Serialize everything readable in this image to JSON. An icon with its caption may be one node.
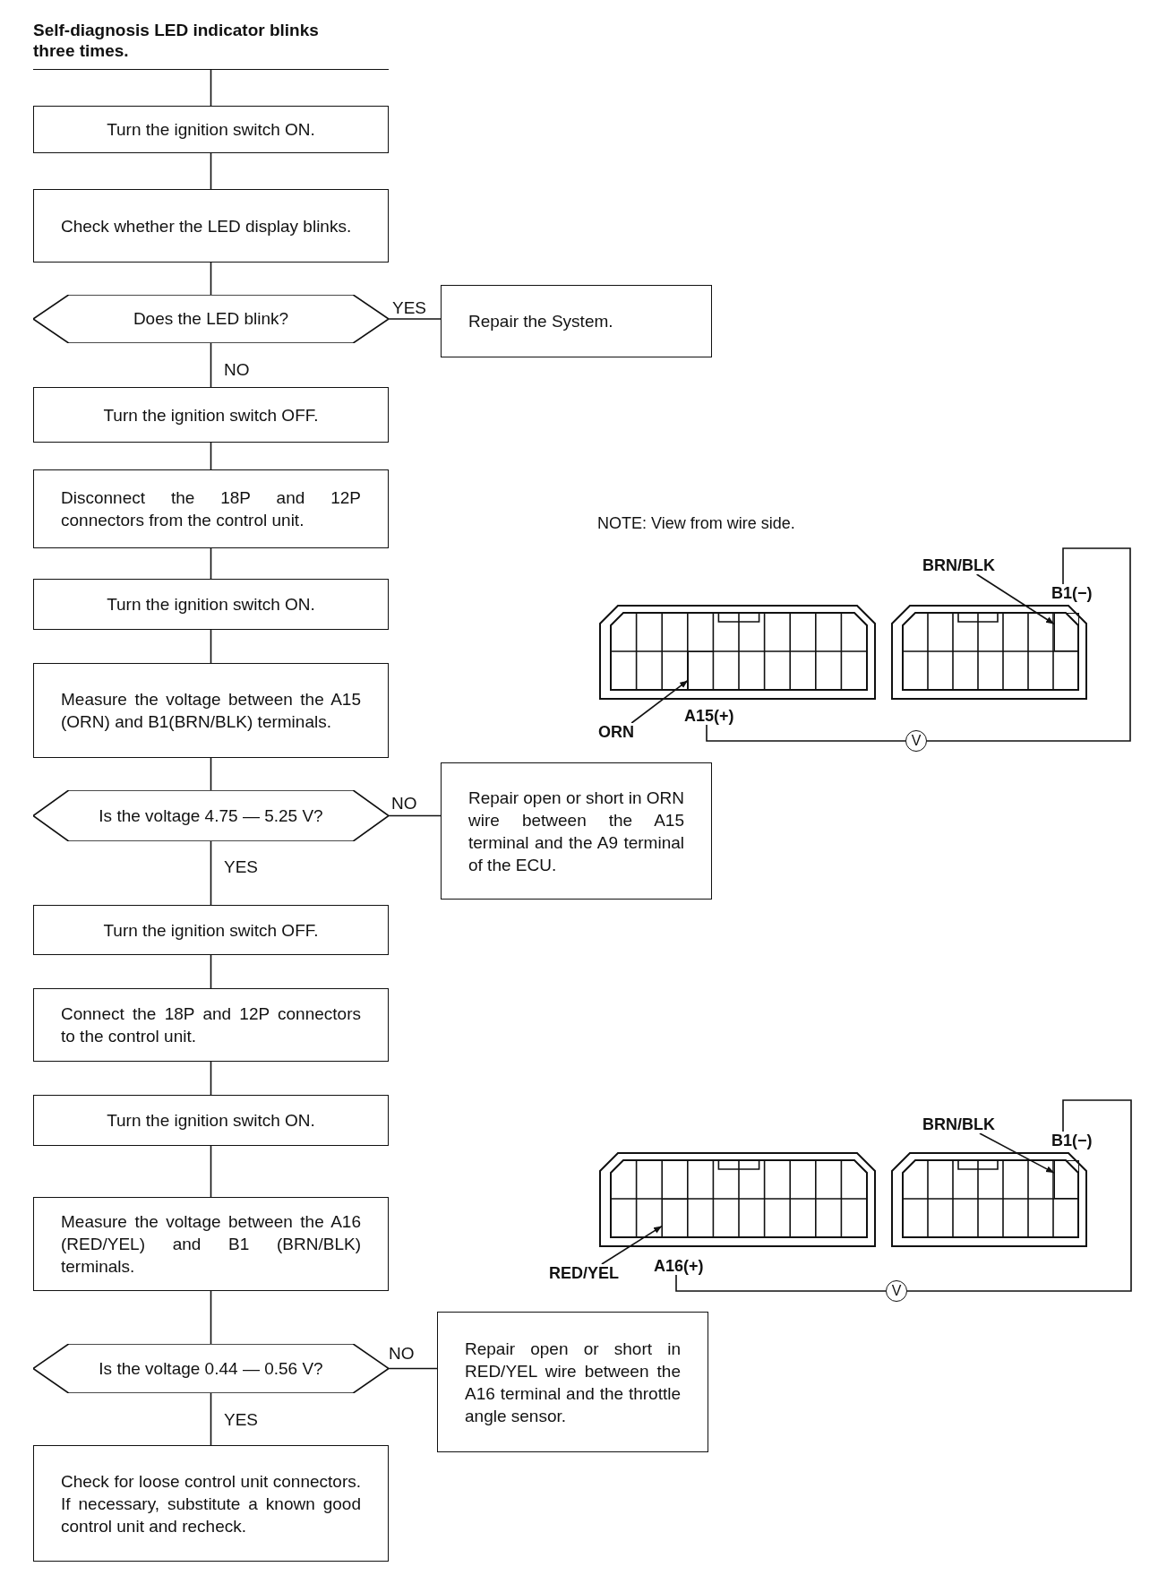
{
  "diagram": {
    "nodes": [
      {
        "text": [
          "Self-diagnosis LED indicator blinks three times."
        ]
      },
      {
        "text": [
          "Turn the ignition switch ON."
        ]
      },
      {
        "text": [
          "Check whether the LED display blinks."
        ]
      },
      {
        "text": [
          "Does the LED blink?"
        ]
      },
      {
        "text": [
          "Repair the System."
        ]
      },
      {
        "text": [
          "Turn the ignition switch OFF."
        ]
      },
      {
        "text": [
          "Disconnect the 18P and 12P connectors from the control unit."
        ]
      },
      {
        "text": [
          "Turn the ignition switch ON."
        ]
      },
      {
        "text": [
          "Measure the voltage between the A15 (ORN) and B1(BRN/BLK) terminals."
        ]
      },
      {
        "text": [
          "Is the voltage 4.75 — 5.25 V?"
        ]
      },
      {
        "text": [
          "Repair open or short in ORN wire between the A15 terminal and the A9 terminal of the ECU."
        ]
      },
      {
        "text": [
          "Turn the ignition switch OFF."
        ]
      },
      {
        "text": [
          "Connect the 18P and 12P connectors to the control unit."
        ]
      },
      {
        "text": [
          "Turn the ignition switch ON."
        ]
      },
      {
        "text": [
          "Measure the voltage between the A16 (RED/YEL) and B1 (BRN/BLK) terminals."
        ]
      },
      {
        "text": [
          "Is the voltage 0.44 — 0.56 V?"
        ]
      },
      {
        "text": [
          "Repair open or short in RED/YEL wire between the A16 terminal and the throttle angle sensor."
        ]
      },
      {
        "text": [
          "Check for loose control unit connectors. If necessary, substitute a known good control unit and recheck."
        ]
      },
      {
        "text": [
          "ORN"
        ]
      },
      {
        "text": [],
        "shape": "box"
      },
      {
        "text": [
          "BRN/BLK"
        ]
      },
      {
        "text": [],
        "shape": "box"
      },
      {
        "text": [
          "A15(+)"
        ]
      },
      {
        "text": [
          "B1(−)"
        ]
      },
      {
        "text": [
          "V"
        ]
      },
      {
        "text": [
          "RED/YEL"
        ]
      },
      {
        "text": [],
        "shape": "box"
      },
      {
        "text": [
          "BRN/BLK"
        ]
      },
      {
        "text": [],
        "shape": "box"
      },
      {
        "text": [
          "A16(+)"
        ]
      },
      {
        "text": [
          "B1(−)"
        ]
      },
      {
        "text": [
          "V"
        ]
      }
    ],
    "edges": [
      {
        "from": 0,
        "to": 1,
        "arrow": "none"
      },
      {
        "from": 1,
        "to": 2,
        "arrow": "none"
      },
      {
        "from": 2,
        "to": 3,
        "arrow": "none"
      },
      {
        "from": 3,
        "to": 4,
        "arrow": "none",
        "label": "YES"
      },
      {
        "from": 3,
        "to": 5,
        "arrow": "none",
        "label": "NO"
      },
      {
        "from": 5,
        "to": 6,
        "arrow": "none"
      },
      {
        "from": 6,
        "to": 7,
        "arrow": "none"
      },
      {
        "from": 7,
        "to": 8,
        "arrow": "none"
      },
      {
        "from": 8,
        "to": 9,
        "arrow": "none"
      },
      {
        "from": 9,
        "to": 10,
        "arrow": "none",
        "label": "NO"
      },
      {
        "from": 9,
        "to": 11,
        "arrow": "none",
        "label": "YES"
      },
      {
        "from": 11,
        "to": 12,
        "arrow": "none"
      },
      {
        "from": 12,
        "to": 13,
        "arrow": "none"
      },
      {
        "from": 13,
        "to": 14,
        "arrow": "none"
      },
      {
        "from": 14,
        "to": 15,
        "arrow": "none"
      },
      {
        "from": 15,
        "to": 16,
        "arrow": "none",
        "label": "NO"
      },
      {
        "from": 15,
        "to": 17,
        "arrow": "none",
        "label": "YES"
      },
      {
        "from": 18,
        "to": 19,
        "arrow": "to"
      },
      {
        "from": 20,
        "to": 21,
        "arrow": "to"
      },
      {
        "from": 22,
        "to": 24,
        "arrow": "none"
      },
      {
        "from": 24,
        "to": 23,
        "arrow": "none"
      },
      {
        "from": 25,
        "to": 26,
        "arrow": "to"
      },
      {
        "from": 27,
        "to": 28,
        "arrow": "to"
      },
      {
        "from": 29,
        "to": 31,
        "arrow": "none"
      },
      {
        "from": 31,
        "to": 30,
        "arrow": "none"
      }
    ],
    "labels": [
      "NOTE: View from wire side."
    ]
  }
}
